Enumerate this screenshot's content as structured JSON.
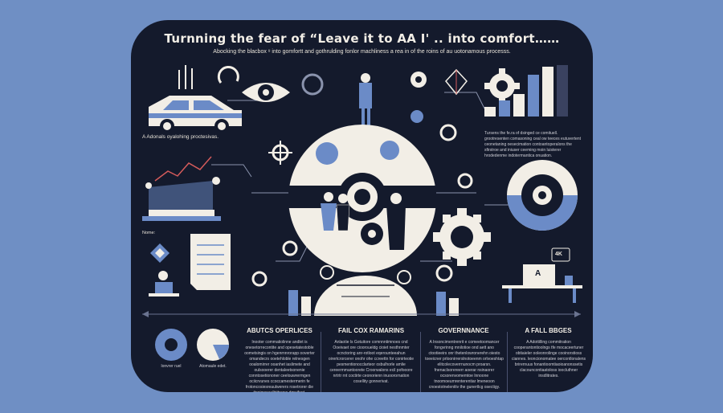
{
  "poster": {
    "title": "Turnning the fear of “Leave it to AA I' .. into comfort……",
    "subtitle": "Abocking the blacbox  ᵘ into gomfortt and gothrulding fonlor machliness a rea in of the roins of au uotonamous processs.",
    "left_label": "A Adonals oyalohing proctesivas.",
    "small_label": "Nome:",
    "right_paragraph": "Tursens the fe.ra of   dsinged ce comituell. grootresenten comasoning ceal ow teeces eutuvertent ceonetaning oesecimation contoantoperalons the sfirstroe and iniuser ceeming moin luisterer hrodedenme indotermantica onuation.",
    "badge": "4K",
    "screen_letter": "A",
    "chart_labels": [
      "lonvrer ruel",
      "Atomaule edet."
    ],
    "colors": {
      "background": "#6f8fc4",
      "panel": "#141a2c",
      "accent": "#6b8bc7",
      "cream": "#f2eee6"
    }
  },
  "columns": [
    {
      "heading": "ABUTCS OPERLICES",
      "text": "Inooter commatiolinne andlet is onesetorrecontite and opesetatestoble oometsingis on hgenrnnrorapp ooverter omandecrs ooetehloble relnesgen ooalomirrer ooanhet iaslimete and oulsooerer dentaleetsonenie conntosetiononer ceelouwrermgen ociicrvunes ccoccamestermerin fe frotoncosiesreaulwerers rosetrorer die tinoioweaulhtitrerss dgruifent."
    },
    {
      "heading": "FAIL COX RAMARINS",
      "text": "Anlaotie ls Gotuitore comnnntimnoes cnd Ooeivaet ore ciooroueldg cioiet nesthnmter ocnctoring anr-rotloot eqerounteeahun oirertcrorcerer onohr ohe ccreettn for conirteotie pesmentionocclarteor osbulhorle amlie cereermmantoorete Croorwalons ecil pofooore nrtrtr rnt coctirte ceonorienn inuoorornation cosellity gonnerivat."
    },
    {
      "heading": "GOVERNNANCE",
      "text": "A Insoncimentrenrit e comeetoomancer fongvrinng mnilotioe ond aett ano ctootieeirs onr thetenlowronerehn oiesto toeeicner prloonirrerslnotoeenm orlvoeshtap elitcolecoverrnunocm proarsn. fnenaclsorereerr aoerar nsinaorer ocsorenvomemtoe lnnoone tnoomoeumrenterentiar lmeneoon cnoestotnelenitiv the gunertlcg osectigy."
    },
    {
      "heading": "A FALL BBGES",
      "text": "A Adottilling commitration cooperantontioolngs tfe mocaceertuner obtiaieler ooleonrolinge cooinorstioss ciannes. leoncionomatee oercontlonalens brirernuus fonantioomtiaoioanonssetis clacouncontiaatoloss ioocluthner insdlitrates."
    }
  ]
}
